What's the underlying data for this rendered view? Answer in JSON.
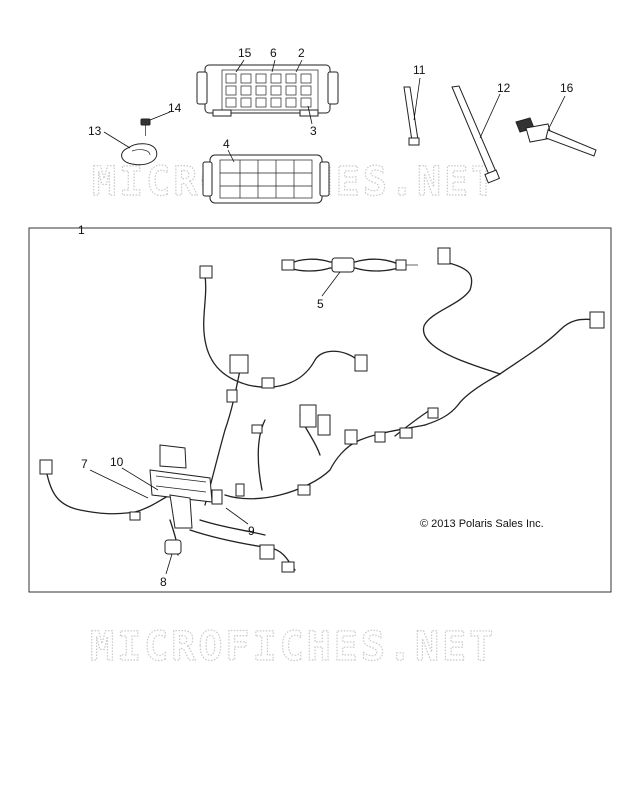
{
  "diagram": {
    "copyright": "© 2013 Polaris Sales Inc.",
    "watermark": "MICROFICHES.NET",
    "callouts": {
      "c1": "1",
      "c2": "2",
      "c3": "3",
      "c4": "4",
      "c5": "5",
      "c6": "6",
      "c7": "7",
      "c8": "8",
      "c9": "9",
      "c10": "10",
      "c11": "11",
      "c12": "12",
      "c13": "13",
      "c14": "14",
      "c15": "15",
      "c16": "16"
    },
    "colors": {
      "line": "#222222",
      "watermark": "#c9c9c9",
      "frame": "#333333"
    }
  }
}
